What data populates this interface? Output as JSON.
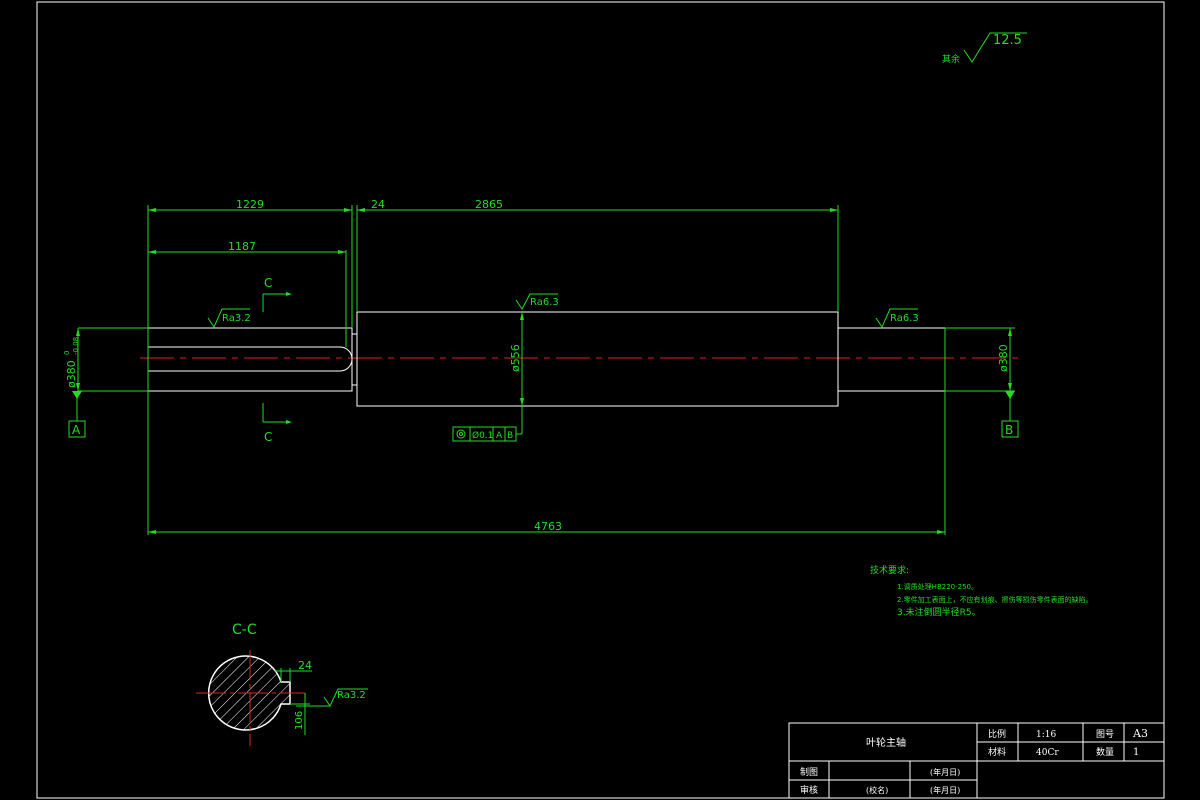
{
  "surface_note": {
    "label": "其余",
    "roughness": "12.5"
  },
  "dimensions": {
    "d1229": "1229",
    "d24_top": "24",
    "d2865": "2865",
    "d1187": "1187",
    "d4763": "4763",
    "dia_left": "ø380",
    "tol_upper": "0",
    "tol_lower": "-0.08",
    "dia_mid": "ø556",
    "dia_right": "ø380"
  },
  "roughness": {
    "left": "Ra3.2",
    "mid": "Ra6.3",
    "right": "Ra6.3",
    "section": "Ra3.2"
  },
  "datums": {
    "a": "A",
    "b": "B"
  },
  "geometric_tolerance": {
    "value": "Ø0.1",
    "datum1": "A",
    "datum2": "B"
  },
  "section_marks": {
    "top": "C",
    "bottom": "C"
  },
  "section_view": {
    "title": "C-C",
    "keyway_width": "24",
    "keyway_depth": "106"
  },
  "tech_requirements": {
    "title": "技术要求:",
    "items": [
      "1.调质处理HB220-250。",
      "2.零件加工表面上，不应有划痕、擦伤等损伤零件表面的缺陷。",
      "3.未注倒圆半径R5。"
    ]
  },
  "title_block": {
    "part_name": "叶轮主轴",
    "scale_label": "比例",
    "scale_value": "1:16",
    "drawing_no_label": "图号",
    "sheet_size": "A3",
    "material_label": "材料",
    "material_value": "40Cr",
    "quantity_label": "数量",
    "quantity_value": "1",
    "drawn_label": "制图",
    "date1": "(年月日)",
    "checked_label": "审核",
    "school": "(校名)",
    "date2": "(年月日)"
  },
  "colors": {
    "line": "#22dd22",
    "outline": "#ffffff",
    "center": "#dd2222",
    "background": "#000000"
  }
}
